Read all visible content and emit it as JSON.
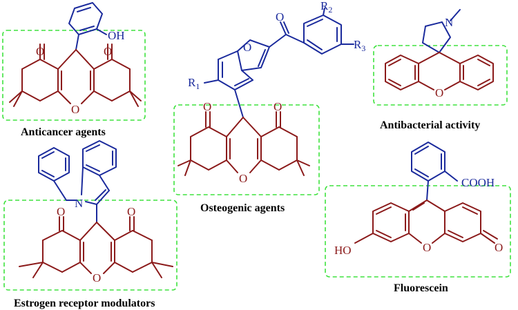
{
  "captions": {
    "anticancer": "Anticancer agents",
    "osteogenic": "Osteogenic agents",
    "antibacterial": "Antibacterial activity",
    "estrogen": "Estrogen receptor modulators",
    "fluorescein": "Fluorescein"
  },
  "atoms": {
    "oh": "OH",
    "o": "O",
    "n": "N",
    "r1": "R",
    "r1_sub": "1",
    "r2": "R",
    "r2_sub": "2",
    "r3": "R",
    "r3_sub": "3",
    "ho": "HO",
    "cooh": "COOH"
  },
  "colors": {
    "core": "#8b1a1a",
    "substituent": "#1a2a9c",
    "highlight_box": "#3ee23e"
  }
}
